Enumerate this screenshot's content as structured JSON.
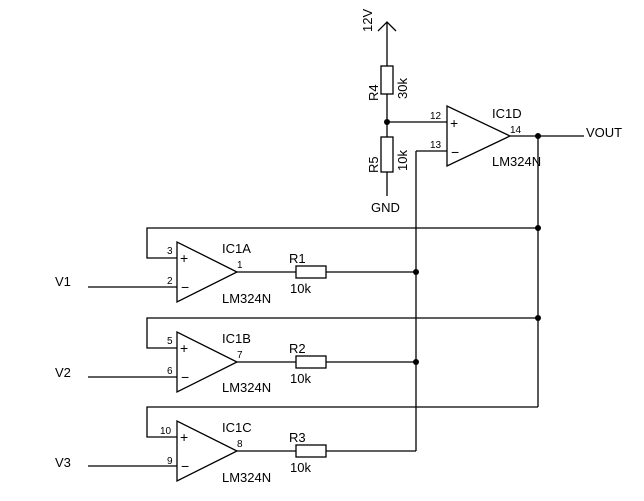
{
  "supply": {
    "label": "12V"
  },
  "ground": {
    "label": "GND"
  },
  "output": {
    "label": "VOUT"
  },
  "inputs": {
    "v1": "V1",
    "v2": "V2",
    "v3": "V3"
  },
  "opamps": {
    "ic1a": {
      "name": "IC1A",
      "part": "LM324N",
      "pin_plus": "3",
      "pin_minus": "2",
      "pin_out": "1"
    },
    "ic1b": {
      "name": "IC1B",
      "part": "LM324N",
      "pin_plus": "5",
      "pin_minus": "6",
      "pin_out": "7"
    },
    "ic1c": {
      "name": "IC1C",
      "part": "LM324N",
      "pin_plus": "10",
      "pin_minus": "9",
      "pin_out": "8"
    },
    "ic1d": {
      "name": "IC1D",
      "part": "LM324N",
      "pin_plus": "12",
      "pin_minus": "13",
      "pin_out": "14"
    }
  },
  "resistors": {
    "r1": {
      "name": "R1",
      "value": "10k"
    },
    "r2": {
      "name": "R2",
      "value": "10k"
    },
    "r3": {
      "name": "R3",
      "value": "10k"
    },
    "r4": {
      "name": "R4",
      "value": "30k"
    },
    "r5": {
      "name": "R5",
      "value": "10k"
    }
  }
}
